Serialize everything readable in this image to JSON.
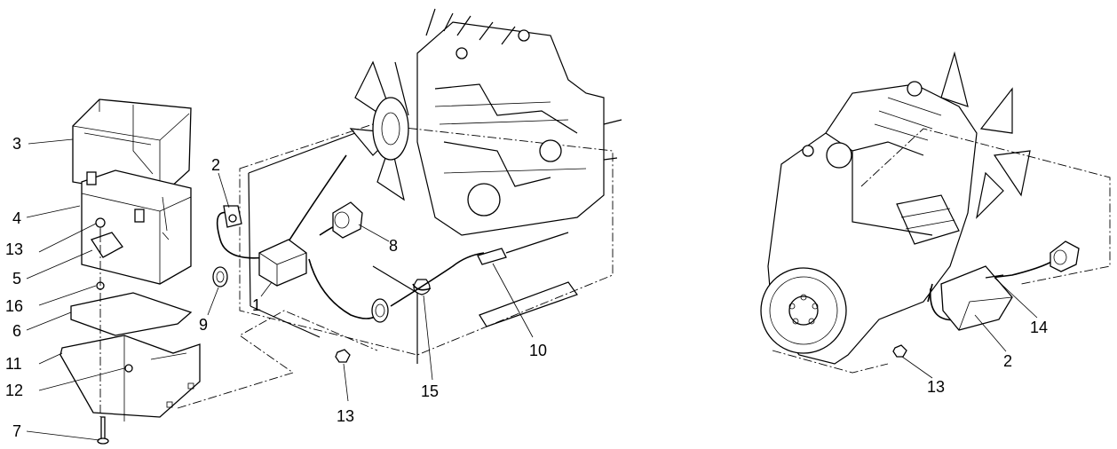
{
  "callouts": {
    "c3": "3",
    "c4": "4",
    "c13a": "13",
    "c5": "5",
    "c16": "16",
    "c6": "6",
    "c11": "11",
    "c12": "12",
    "c7": "7",
    "c2a": "2",
    "c9": "9",
    "c1": "1",
    "c8": "8",
    "c10": "10",
    "c15": "15",
    "c13b": "13",
    "c14": "14",
    "c2b": "2",
    "c13c": "13"
  }
}
